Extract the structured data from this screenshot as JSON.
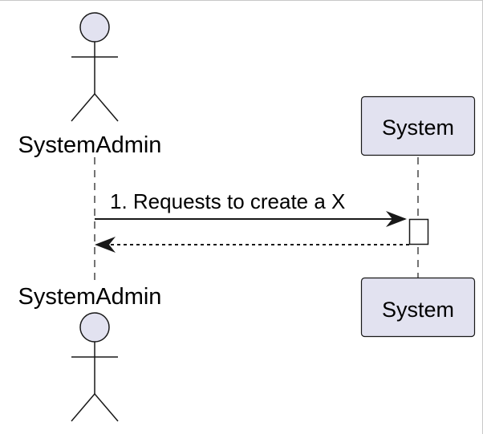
{
  "diagram": {
    "type": "sequence",
    "participants": [
      {
        "id": "admin",
        "kind": "actor",
        "label": "SystemAdmin"
      },
      {
        "id": "system",
        "kind": "participant",
        "label": "System"
      }
    ],
    "messages": [
      {
        "from": "admin",
        "to": "system",
        "label": "1. Requests to create a X",
        "style": "solid"
      },
      {
        "from": "system",
        "to": "admin",
        "label": "",
        "style": "dashed"
      }
    ],
    "colors": {
      "participant_fill": "#e2e2f0",
      "participant_stroke": "#181818",
      "line": "#181818",
      "activation_fill": "#ffffff"
    }
  }
}
